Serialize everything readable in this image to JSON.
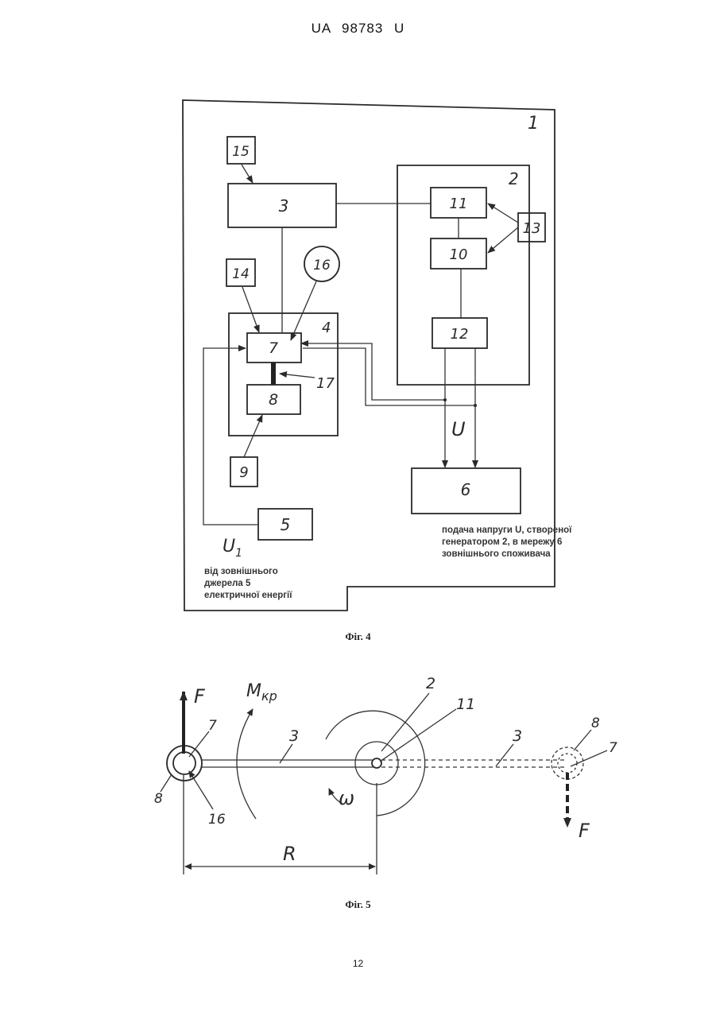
{
  "header": {
    "document_id": "UA   98783   U"
  },
  "figure4": {
    "caption": "Фіг. 4",
    "frame_label": "1",
    "generator_label": "2",
    "blocks": {
      "b3": "3",
      "b4": "4",
      "b5": "5",
      "b6": "6",
      "b7": "7",
      "b8": "8",
      "b9": "9",
      "b10": "10",
      "b11": "11",
      "b12": "12",
      "b13": "13",
      "b14": "14",
      "b15": "15",
      "b16": "16",
      "b17": "17"
    },
    "voltage_label": "U",
    "source_voltage_label": "U",
    "source_voltage_subscript": "1",
    "note_supply": [
      "подача напруги U, створеної",
      "генератором 2, в мережу 6",
      "зовнішнього споживача"
    ],
    "note_source": [
      "від зовнішнього",
      "джерела 5",
      "електричної енергії"
    ]
  },
  "figure5": {
    "caption": "Фіг. 5",
    "force_label": "F",
    "force_label_bottom": "F",
    "torque_label": "M",
    "torque_subscript": "кр",
    "omega_label": "ω",
    "radius_label": "R",
    "labels": {
      "l2": "2",
      "l3a": "3",
      "l3b": "3",
      "l7a": "7",
      "l7b": "7",
      "l8a": "8",
      "l8b": "8",
      "l11": "11",
      "l16": "16"
    }
  },
  "page_number": "12"
}
